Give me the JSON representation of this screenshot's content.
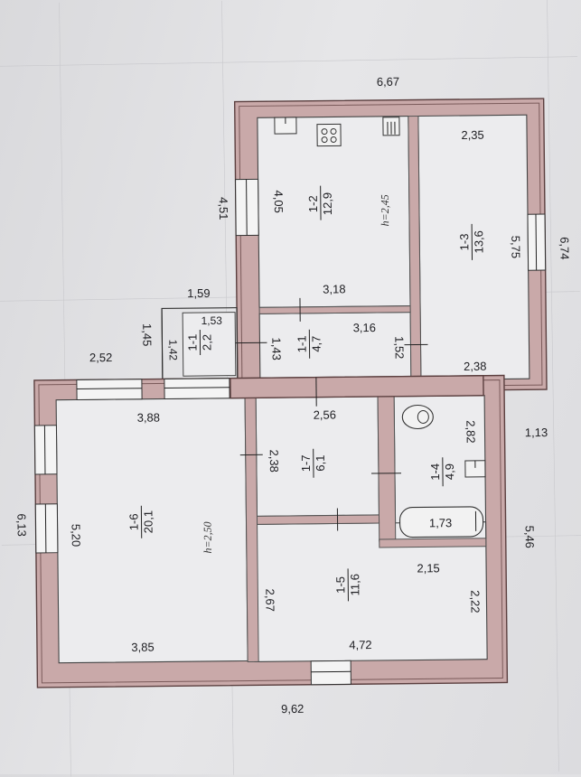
{
  "rooms": {
    "r1_1_entry": {
      "id": "1-1",
      "area": "2,2"
    },
    "r1_1_hall": {
      "id": "1-1",
      "area": "4,7"
    },
    "r1_2": {
      "id": "1-2",
      "area": "12,9",
      "height": "h=2,45"
    },
    "r1_3": {
      "id": "1-3",
      "area": "13,6"
    },
    "r1_4": {
      "id": "1-4",
      "area": "4,9"
    },
    "r1_5": {
      "id": "1-5",
      "area": "11,6"
    },
    "r1_6": {
      "id": "1-6",
      "area": "20,1",
      "height": "h=2,50"
    },
    "r1_7": {
      "id": "1-7",
      "area": "6,1"
    }
  },
  "dimensions": {
    "top_width": "6,67",
    "right_upper": "6,74",
    "upper_left_height": "4,51",
    "kitchen_height": "4,05",
    "room3_width": "2,35",
    "room3_height": "5,75",
    "kitchen_width": "3,18",
    "hall_width": "3,16",
    "hall_left": "1,43",
    "hall_right": "1,52",
    "room3_bottom": "2,38",
    "entry_outer_width": "1,59",
    "entry_width": "1,53",
    "entry_outer_height": "1,45",
    "entry_height": "1,42",
    "step_width": "2,52",
    "step_right": "1,13",
    "left_total": "6,13",
    "right_lower": "5,46",
    "bottom_total": "9,62",
    "r6_top": "3,88",
    "r6_left": "5,20",
    "r6_bottom": "3,85",
    "r7_top": "2,56",
    "r7_left": "2,38",
    "r4_height": "2,82",
    "bath_width": "1,73",
    "r5_top": "2,15",
    "r5_left": "2,67",
    "r5_right": "2,22",
    "r5_bottom": "4,72"
  }
}
